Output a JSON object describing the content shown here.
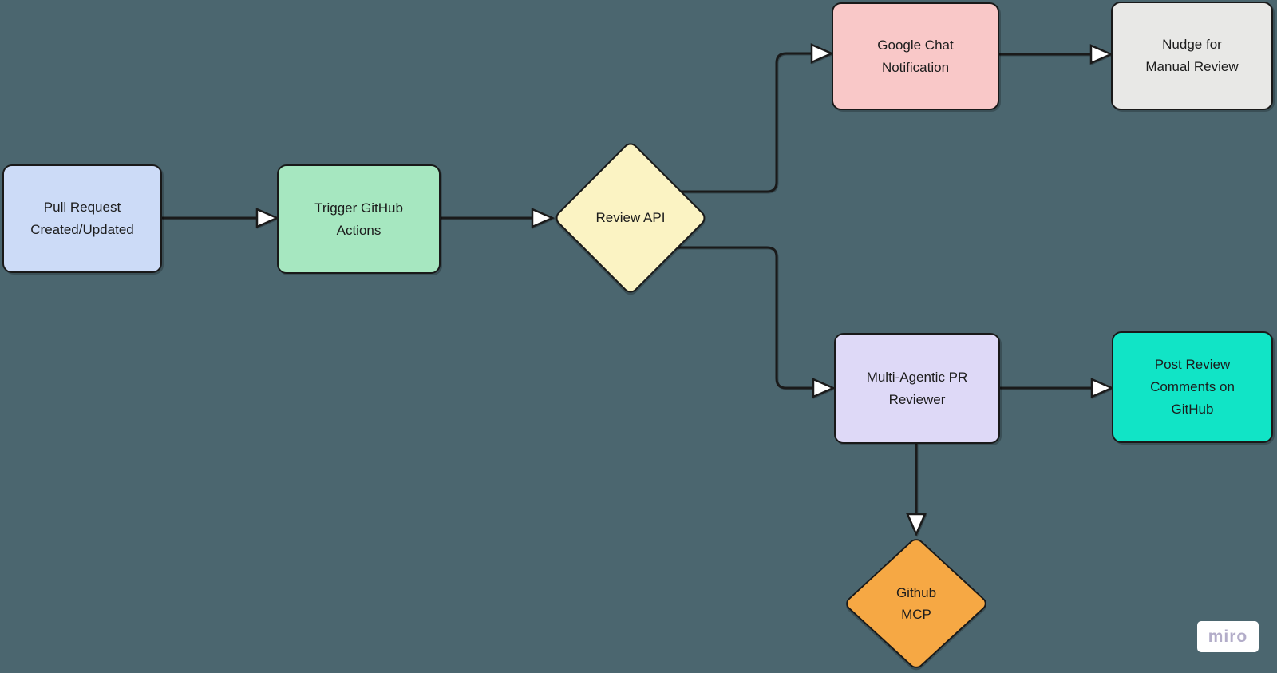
{
  "canvas": {
    "background": "#4b666f"
  },
  "colors": {
    "edge": "#1a1a1a",
    "node_border": "#191919",
    "text": "#1c1c1c",
    "arrowhead_fill": "#ffffff"
  },
  "nodes": {
    "pull_request": {
      "label": "Pull Request\nCreated/Updated",
      "fill": "#ccdbf7"
    },
    "trigger_actions": {
      "label": "Trigger GitHub\nActions",
      "fill": "#a6e7c0"
    },
    "review_api": {
      "label": "Review API",
      "fill": "#fbf3c3"
    },
    "google_chat": {
      "label": "Google Chat\nNotification",
      "fill": "#f9c8c8"
    },
    "nudge_manual": {
      "label": "Nudge for\nManual Review",
      "fill": "#e8e8e6"
    },
    "multi_agentic": {
      "label": "Multi-Agentic PR\nReviewer",
      "fill": "#ded9f7"
    },
    "post_review": {
      "label": "Post Review\nComments on\nGitHub",
      "fill": "#11e4c6"
    },
    "github_mcp": {
      "label": "Github\nMCP",
      "fill": "#f6a844"
    }
  },
  "edges": [
    {
      "from": "pull_request",
      "to": "trigger_actions"
    },
    {
      "from": "trigger_actions",
      "to": "review_api"
    },
    {
      "from": "review_api",
      "to": "google_chat"
    },
    {
      "from": "review_api",
      "to": "multi_agentic"
    },
    {
      "from": "google_chat",
      "to": "nudge_manual"
    },
    {
      "from": "multi_agentic",
      "to": "post_review"
    },
    {
      "from": "multi_agentic",
      "to": "github_mcp"
    }
  ],
  "watermark": {
    "label": "miro",
    "bg": "#ffffff",
    "text_color": "#b3adc9"
  }
}
